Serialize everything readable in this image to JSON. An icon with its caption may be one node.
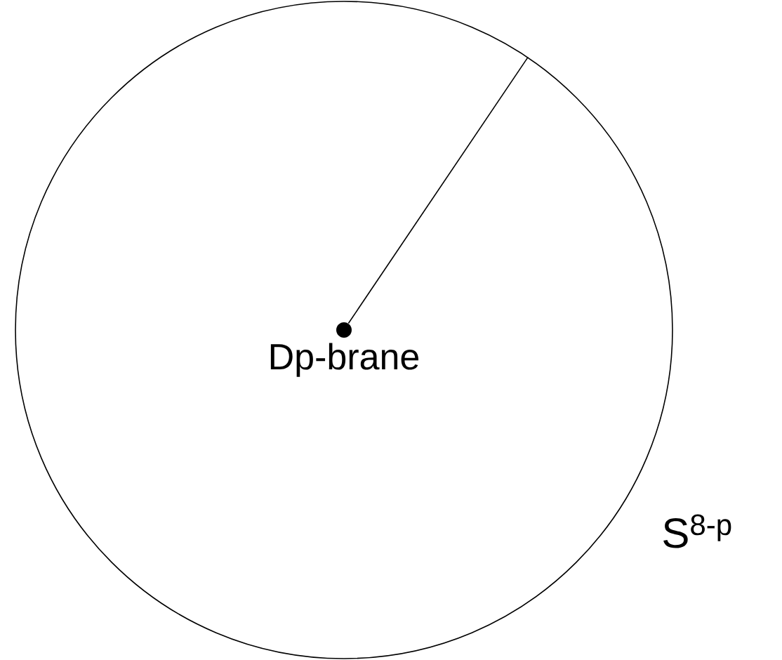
{
  "diagram": {
    "nodes": [
      {
        "text": [],
        "shape": "circle",
        "beside": [
          "S$^{8-p}$"
        ]
      },
      {
        "text": [
          "Dp-brane"
        ],
        "in": 0
      }
    ],
    "edges": [
      {
        "from": 1,
        "to": 0,
        "arrow": "none"
      }
    ]
  }
}
